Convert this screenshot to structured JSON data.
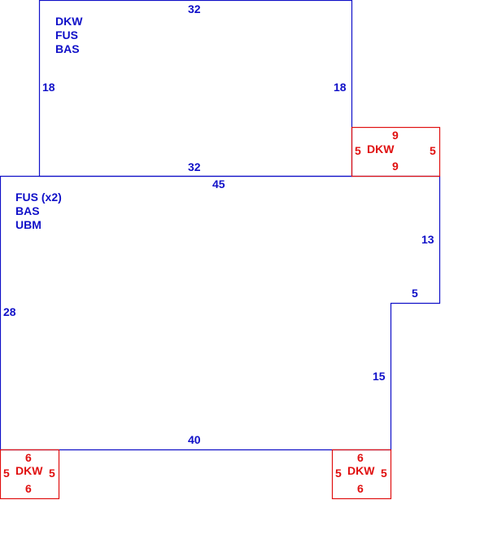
{
  "colors": {
    "main_line": "#1010c8",
    "deck_line": "#e01010",
    "background": "#ffffff"
  },
  "upper_block": {
    "codes": [
      "DKW",
      "FUS",
      "BAS"
    ],
    "top": "32",
    "bottom": "32",
    "left": "18",
    "right": "18"
  },
  "right_deck": {
    "label": "DKW",
    "top": "9",
    "bottom": "9",
    "left": "5",
    "right": "5"
  },
  "lower_block": {
    "codes": [
      "FUS (x2)",
      "BAS",
      "UBM"
    ],
    "top": "45",
    "left": "28",
    "right_upper": "13",
    "notch_step": "5",
    "right_lower": "15",
    "bottom": "40"
  },
  "bottom_left_deck": {
    "label": "DKW",
    "top": "6",
    "bottom": "6",
    "left": "5",
    "right": "5"
  },
  "bottom_right_deck": {
    "label": "DKW",
    "top": "6",
    "bottom": "6",
    "left": "5",
    "right": "5"
  }
}
